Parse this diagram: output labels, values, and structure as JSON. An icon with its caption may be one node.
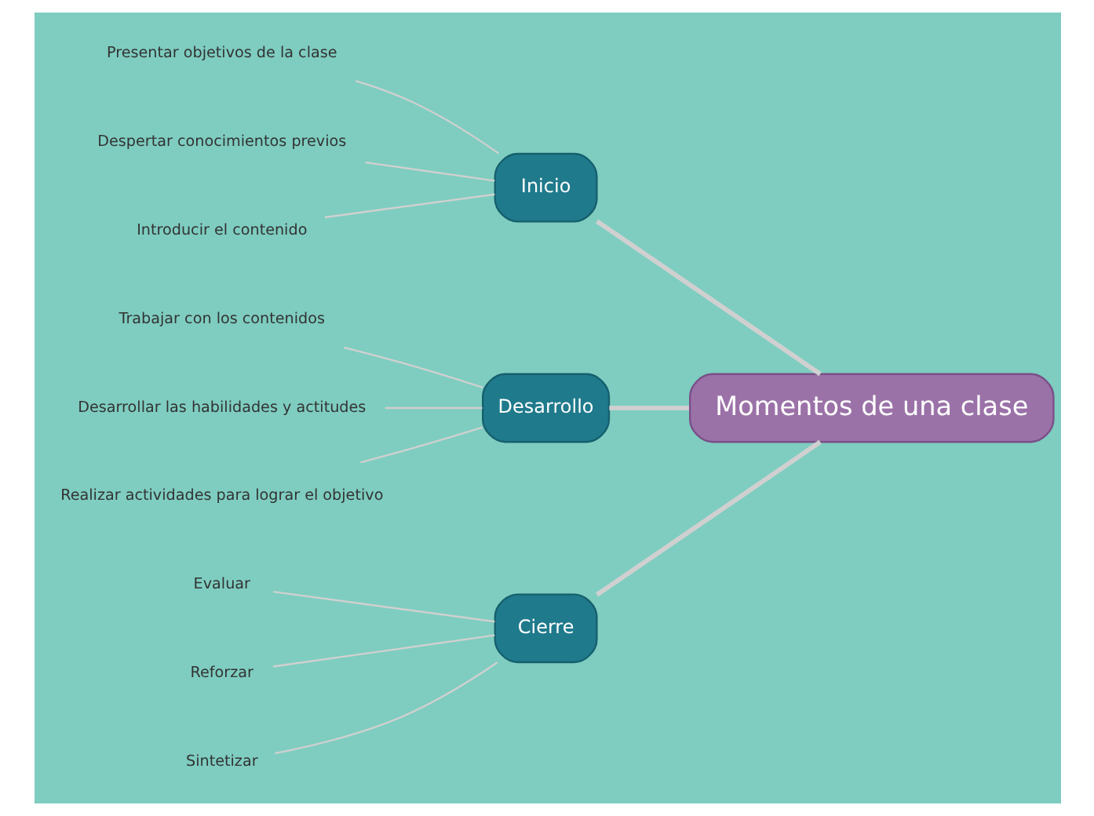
{
  "diagram": {
    "nodes": [
      {
        "text": [
          "Momentos de una clase"
        ]
      },
      {
        "text": [
          "Inicio"
        ]
      },
      {
        "text": [
          "Presentar objetivos de la clase"
        ]
      },
      {
        "text": [
          "Despertar conocimientos previos"
        ]
      },
      {
        "text": [
          "Introducir el contenido"
        ]
      },
      {
        "text": [
          "Desarrollo"
        ]
      },
      {
        "text": [
          "Trabajar con los contenidos"
        ]
      },
      {
        "text": [
          "Desarrollar las habilidades y actitudes"
        ]
      },
      {
        "text": [
          "Realizar actividades para lograr el objetivo"
        ]
      },
      {
        "text": [
          "Cierre"
        ]
      },
      {
        "text": [
          "Evaluar"
        ]
      },
      {
        "text": [
          "Reforzar"
        ]
      },
      {
        "text": [
          "Sintetizar"
        ]
      }
    ],
    "edges": [
      {
        "from": 0,
        "to": 1,
        "arrow": "none",
        "style": "thick"
      },
      {
        "from": 0,
        "to": 5,
        "arrow": "none",
        "style": "thick"
      },
      {
        "from": 0,
        "to": 9,
        "arrow": "none",
        "style": "thick"
      },
      {
        "from": 1,
        "to": 2,
        "arrow": "none"
      },
      {
        "from": 1,
        "to": 3,
        "arrow": "none"
      },
      {
        "from": 1,
        "to": 4,
        "arrow": "none"
      },
      {
        "from": 5,
        "to": 6,
        "arrow": "none"
      },
      {
        "from": 5,
        "to": 7,
        "arrow": "none"
      },
      {
        "from": 5,
        "to": 8,
        "arrow": "none"
      },
      {
        "from": 9,
        "to": 10,
        "arrow": "none"
      },
      {
        "from": 9,
        "to": 11,
        "arrow": "none"
      },
      {
        "from": 9,
        "to": 12,
        "arrow": "none"
      }
    ]
  }
}
